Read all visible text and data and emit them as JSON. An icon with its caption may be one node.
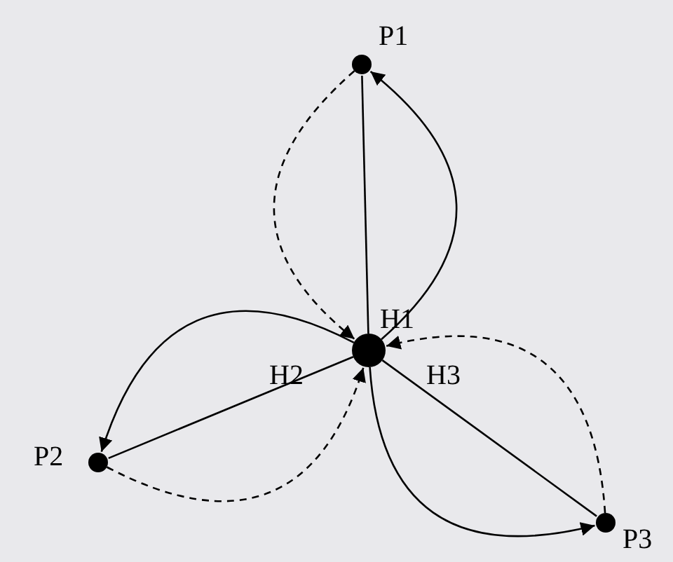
{
  "diagram": {
    "nodes": [
      {
        "text": [],
        "shape": "circle"
      },
      {
        "text": [],
        "shape": "circle",
        "beside": [
          "P1"
        ]
      },
      {
        "text": [],
        "shape": "circle",
        "beside": [
          "P2"
        ]
      },
      {
        "text": [],
        "shape": "circle",
        "beside": [
          "P3"
        ]
      }
    ],
    "edges": [
      {
        "from": 0,
        "to": 1,
        "arrow": "none"
      },
      {
        "from": 0,
        "to": 1,
        "arrow": "to"
      },
      {
        "from": 1,
        "to": 0,
        "arrow": "to",
        "style": "dashed"
      },
      {
        "from": 0,
        "to": 2,
        "arrow": "none"
      },
      {
        "from": 0,
        "to": 2,
        "arrow": "to"
      },
      {
        "from": 2,
        "to": 0,
        "arrow": "to",
        "style": "dashed"
      },
      {
        "from": 0,
        "to": 3,
        "arrow": "none"
      },
      {
        "from": 0,
        "to": 3,
        "arrow": "to"
      },
      {
        "from": 3,
        "to": 0,
        "arrow": "to",
        "style": "dashed"
      }
    ],
    "labels": [
      "H1",
      "H2",
      "H3"
    ]
  }
}
